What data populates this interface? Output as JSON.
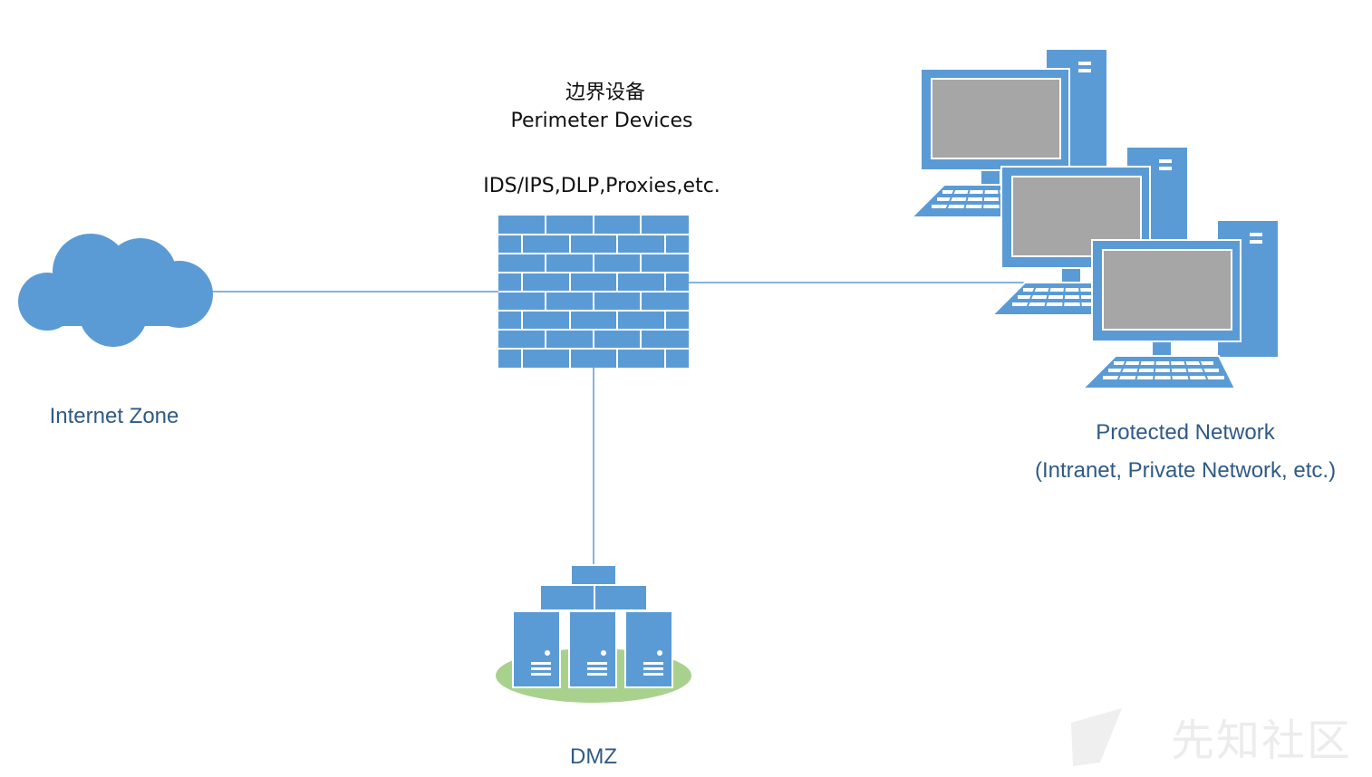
{
  "perimeter": {
    "title_cn": "边界设备",
    "title_en": "Perimeter Devices",
    "examples": "IDS/IPS,DLP,Proxies,etc."
  },
  "zones": {
    "internet": "Internet Zone",
    "protected_line1": "Protected Network",
    "protected_line2": "(Intranet, Private  Network, etc.)",
    "dmz": "DMZ"
  },
  "watermark": "先知社区",
  "icons": [
    "cloud-icon",
    "firewall-icon",
    "desktop-computer-icon",
    "server-cluster-icon",
    "watermark-logo-icon"
  ],
  "colors": {
    "icon_fill": "#5b9bd5",
    "screen": "#a6a6a6",
    "connector": "#5b9bd5",
    "dmz_base": "#a9d18e",
    "label_blue": "#2f5a86"
  }
}
